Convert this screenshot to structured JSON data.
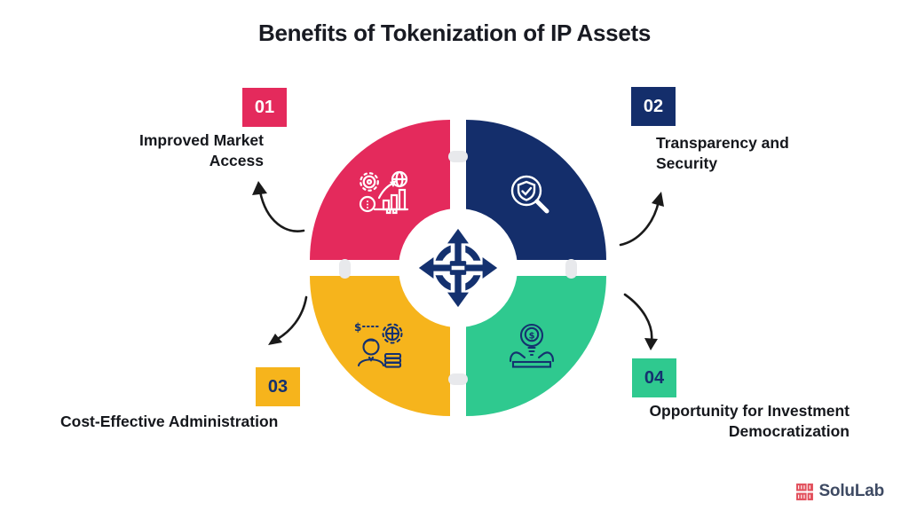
{
  "title": "Benefits of Tokenization of IP Assets",
  "background_color": "#FFFFFF",
  "arrow_color": "#1A1A1A",
  "center_icon": {
    "name": "four-way-exchange-equals-icon",
    "color": "#14316F"
  },
  "sections": [
    {
      "id": "01",
      "position": "top-left",
      "color": "#E42A5C",
      "number_text_color": "#FFFFFF",
      "label": "Improved Market Access",
      "lines": [
        "Improved Market",
        "Access"
      ],
      "icon": "gear-globe-growth-chart-key-icon",
      "icon_color": "#FFFFFF"
    },
    {
      "id": "02",
      "position": "top-right",
      "color": "#142E6B",
      "number_text_color": "#FFFFFF",
      "label": "Transparency and Security",
      "lines": [
        "Transparency and",
        "Security"
      ],
      "icon": "magnifier-shield-check-icon",
      "icon_color": "#FFFFFF"
    },
    {
      "id": "03",
      "position": "bottom-left",
      "color": "#F6B41C",
      "number_text_color": "#14316F",
      "label": "Cost-Effective Administration",
      "lines": [
        "Cost-Effective Administration"
      ],
      "icon": "person-gear-coins-icon",
      "icon_color": "#14316F"
    },
    {
      "id": "04",
      "position": "bottom-right",
      "color": "#2FC98F",
      "number_text_color": "#14316F",
      "label": "Opportunity for Investment Democratization",
      "lines": [
        "Opportunity for Investment",
        "Democratization"
      ],
      "icon": "hands-holding-dollar-bulb-icon",
      "icon_color": "#14316F"
    }
  ],
  "logo": {
    "text": "SoluLab",
    "mark": "solulab-block-mark-icon",
    "mark_color": "#E2505C",
    "text_color": "#3E4A63"
  }
}
